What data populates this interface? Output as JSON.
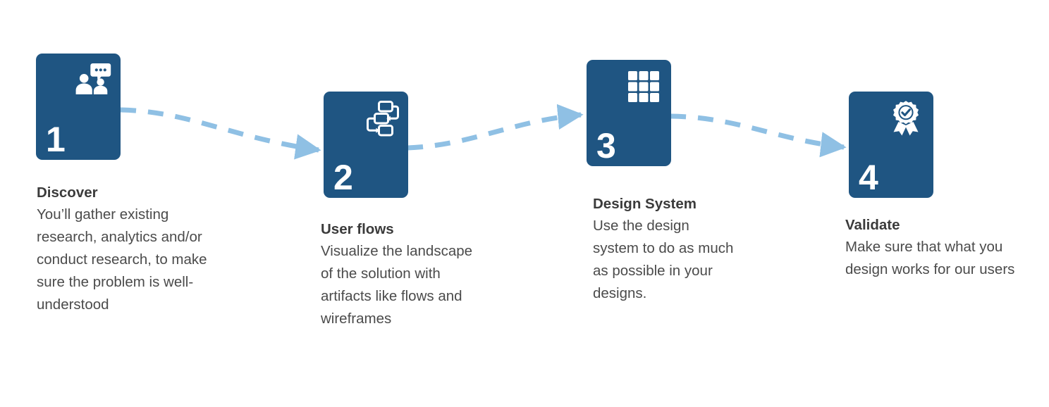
{
  "theme": {
    "card_color": "#1f5582",
    "connector_color": "#8fc0e4",
    "title_color": "#3b3b3b",
    "body_color": "#4b4b4b",
    "background": "#ffffff",
    "icon_color": "#ffffff"
  },
  "steps": [
    {
      "number": "1",
      "icon": "people-speech-bubble-icon",
      "title": "Discover",
      "body": "You’ll gather existing research, analytics and/or conduct research, to make sure the problem is well-understood"
    },
    {
      "number": "2",
      "icon": "flowchart-icon",
      "title": "User flows",
      "body": "Visualize the landscape of the solution with artifacts like flows and wireframes"
    },
    {
      "number": "3",
      "icon": "grid-icon",
      "title": "Design System",
      "body": "Use the design system to do as much as possible in your designs."
    },
    {
      "number": "4",
      "icon": "award-ribbon-check-icon",
      "title": "Validate",
      "body": "Make sure that what you design works for our users"
    }
  ],
  "connectors": [
    {
      "name": "connector-1-to-2",
      "from": "1",
      "to": "2",
      "style": "dashed-curve-arrow"
    },
    {
      "name": "connector-2-to-3",
      "from": "2",
      "to": "3",
      "style": "dashed-curve-arrow"
    },
    {
      "name": "connector-3-to-4",
      "from": "3",
      "to": "4",
      "style": "dashed-curve-arrow"
    }
  ]
}
